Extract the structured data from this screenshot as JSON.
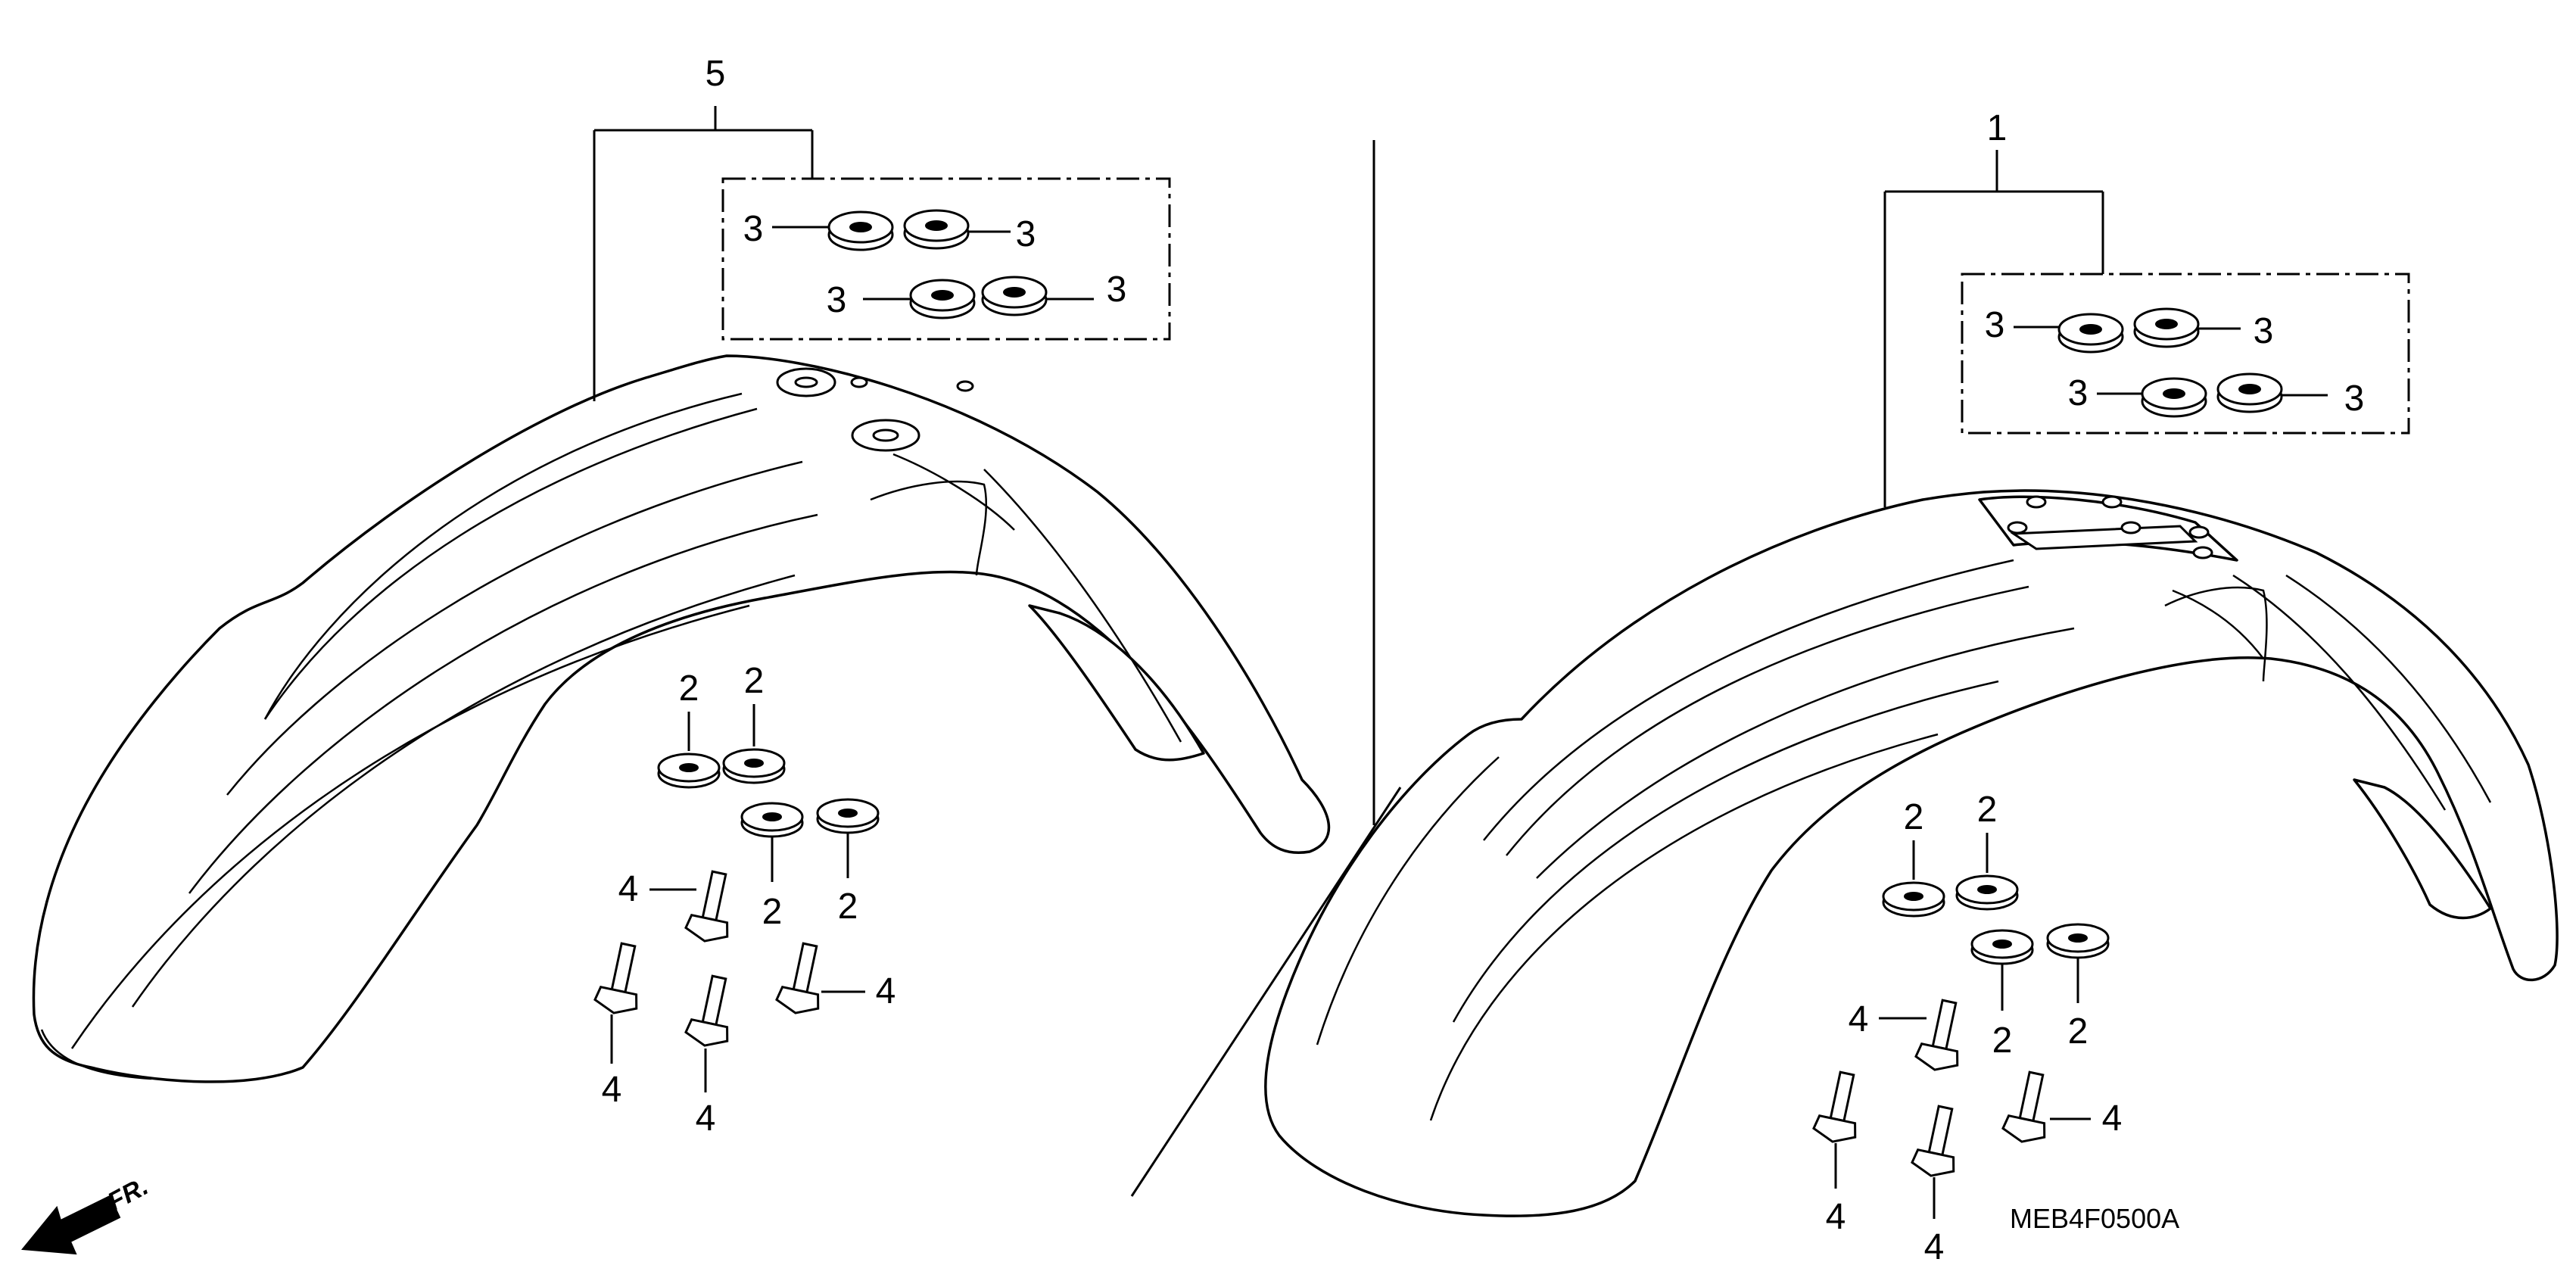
{
  "diagram": {
    "code": "MEB4F0500A",
    "front_marker": "FR."
  },
  "callouts": {
    "set_left": "5",
    "set_right": "1",
    "bushing": "3",
    "washer": "2",
    "bolt": "4"
  }
}
